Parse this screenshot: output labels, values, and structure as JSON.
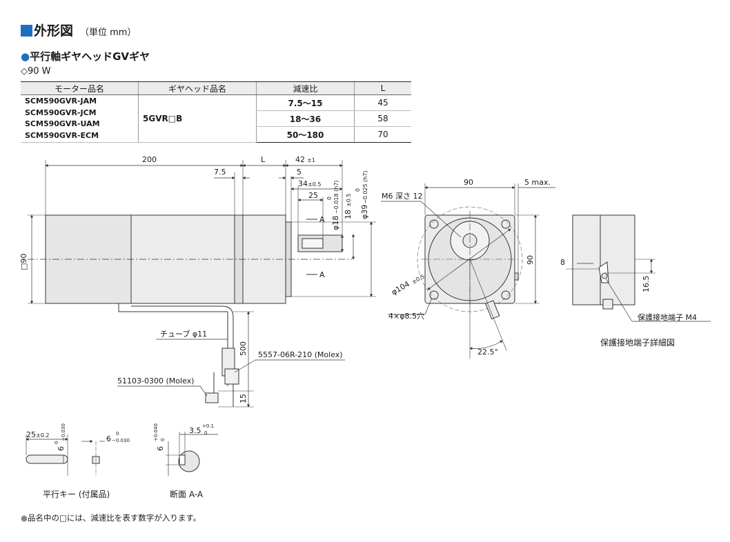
{
  "header": {
    "title": "外形図",
    "unit": "（単位 mm）"
  },
  "subtitle": {
    "bullet": "●",
    "text": "平行軸ギヤヘッドGVギヤ"
  },
  "power": "◇90 W",
  "table": {
    "headers": [
      "モーター品名",
      "ギヤヘッド品名",
      "減速比",
      "L"
    ],
    "models": [
      "SCM590GVR-JAM",
      "SCM590GVR-JCM",
      "SCM590GVR-UAM",
      "SCM590GVR-ECM"
    ],
    "gearhead": "5GVR□B",
    "rows": [
      {
        "ratio": "7.5～15",
        "L": "45"
      },
      {
        "ratio": "18～36",
        "L": "58"
      },
      {
        "ratio": "50～180",
        "L": "70"
      }
    ]
  },
  "dims": {
    "d200": "200",
    "d7_5": "7.5",
    "dL": "L",
    "d42": "42",
    "d42tol": "±1",
    "d5": "5",
    "d34": "34",
    "d34tol": "±0.5",
    "d25": "25",
    "phi18": "φ18",
    "phi18tol_a": "0",
    "phi18tol_b": "−0.018 (h7)",
    "d18": "18",
    "d18tol": "±0.5",
    "phi39": "φ39",
    "phi39tol_a": "0",
    "phi39tol_b": "−0.025 (h7)",
    "sectionA": "A",
    "sq90": "□90",
    "tube": "チューブ φ11",
    "d500": "500",
    "connector1": "5557-06R-210 (Molex)",
    "connector2": "51103-0300 (Molex)",
    "d15": "15",
    "front90": "90",
    "front5max": "5 max.",
    "m6": "M6 深さ 12",
    "front90v": "90",
    "phi104": "φ104",
    "phi104tol": "±0.5",
    "holes": "4×φ8.5穴",
    "angle": "22.5°",
    "side8": "8",
    "side16_5": "16.5",
    "terminal": "保護接地端子 M4",
    "key25": "25",
    "key25tol": "±0.2",
    "key6": "6",
    "key6tol_a": "0",
    "key6tol_b": "−0.030",
    "key6b": "6",
    "key6btol_a": "0",
    "key6btol_b": "−0.030",
    "sec3_5": "3.5",
    "sec3_5tol_a": "+0.1",
    "sec3_5tol_b": "0",
    "sec6": "6",
    "sec6tol_a": "+0.040",
    "sec6tol_b": "0"
  },
  "captions": {
    "terminal_detail": "保護接地端子詳細図",
    "key": "平行キー (付属品)",
    "section": "断面 A-A"
  },
  "note": {
    "bullet": "●",
    "text": "品名中の□には、減速比を表す数字が入ります。"
  },
  "colors": {
    "accent": "#1f6fc0"
  }
}
